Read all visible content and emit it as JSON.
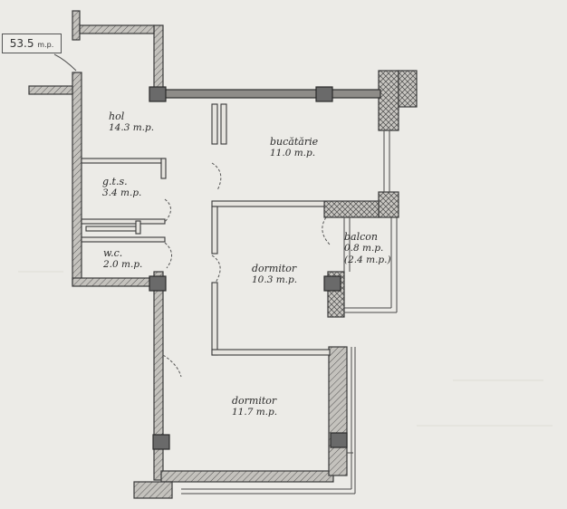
{
  "plan": {
    "total_area": "53.5",
    "total_unit": "m.p.",
    "rooms": [
      {
        "name": "hol",
        "area": "14.3 m.p."
      },
      {
        "name": "bucătărie",
        "area": "11.0 m.p."
      },
      {
        "name": "g.t.s.",
        "area": "3.4 m.p."
      },
      {
        "name": "balcon",
        "area": "0.8 m.p.",
        "area_alt": "(2.4 m.p.)"
      },
      {
        "name": "w.c.",
        "area": "2.0 m.p."
      },
      {
        "name": "dormitor",
        "area": "10.3 m.p."
      },
      {
        "name": "dormitor",
        "area": "11.7 m.p."
      }
    ]
  },
  "colors": {
    "paper": "#ecebe7",
    "wall_fill": "#b9b7b2",
    "wall_stroke": "#3a3a3a",
    "column_fill": "#6a6a6a",
    "ink": "#2a2a2a"
  }
}
